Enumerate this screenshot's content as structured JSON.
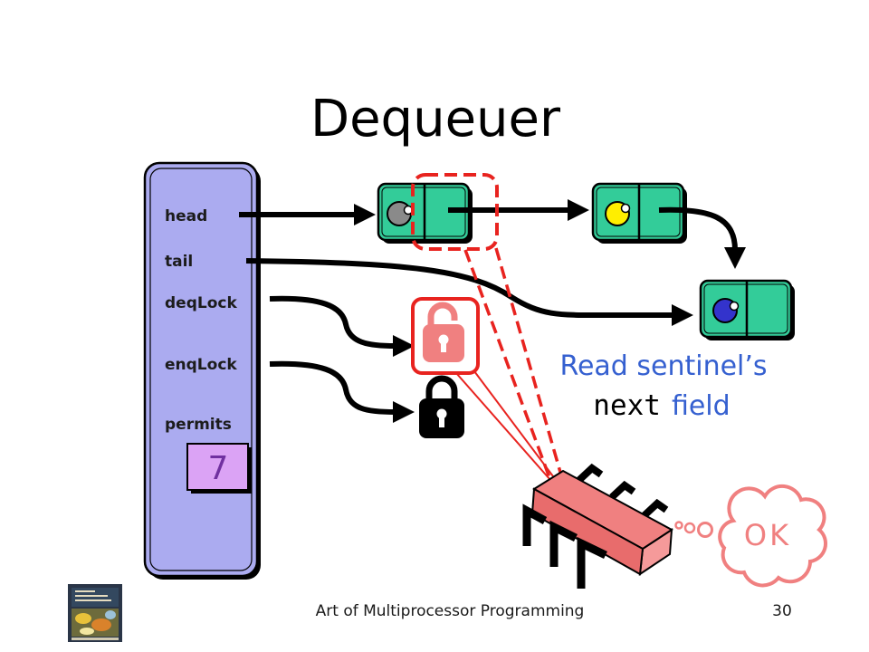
{
  "slide": {
    "title": "Dequeuer",
    "footer": "Art of Multiprocessor Programming",
    "page_number": "30"
  },
  "queue": {
    "fields": [
      {
        "label": "head"
      },
      {
        "label": "tail"
      },
      {
        "label": "deqLock"
      },
      {
        "label": "enqLock"
      },
      {
        "label": "permits"
      }
    ],
    "permits_value": "7"
  },
  "nodes": [
    {
      "item_color": "#8a8a8a"
    },
    {
      "item_color": "#ffee00"
    },
    {
      "item_color": "#3333cc"
    }
  ],
  "annotation": {
    "line1": "Read sentinel’s",
    "code": "next",
    "word": "field"
  },
  "thread": {
    "thought": "OK"
  },
  "icons": {
    "deq_lock": "unlocked-padlock-icon",
    "enq_lock": "locked-padlock-icon",
    "thread": "bug-icon",
    "thought": "thought-cloud-icon",
    "book": "book-cover-icon"
  },
  "colors": {
    "queue_fill": "#ababf0",
    "permits_fill": "#dba3f5",
    "permits_text": "#7030a0",
    "node_fill": "#33cc99",
    "highlight_red": "#e8231f",
    "lock_pink": "#f08080",
    "annotation_text": "#3560d0",
    "thought_text": "#f08080"
  }
}
